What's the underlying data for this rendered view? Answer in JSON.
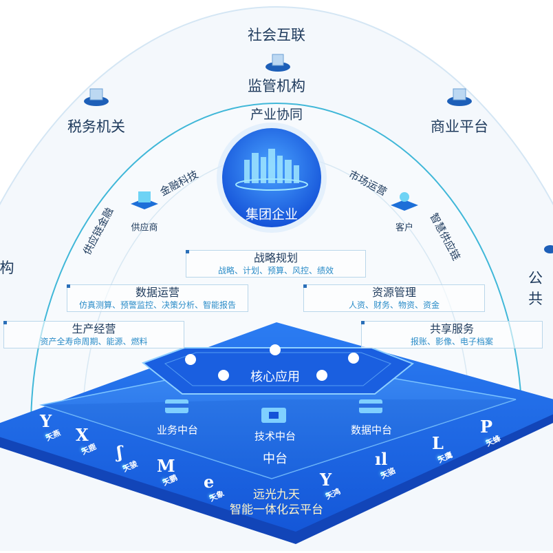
{
  "outer": {
    "top": "社会互联",
    "regulator": "监管机构",
    "tax": "税务机关",
    "commerce": "商业平台",
    "left_cut": "构",
    "right_cut": "公共"
  },
  "industry": {
    "title": "产业协同",
    "center": "集团企业",
    "fintech": "金融科技",
    "scf": "供应链金融",
    "market": "市场运营",
    "smart_chain": "智慧供应链",
    "supplier": "供应商",
    "customer": "客户"
  },
  "boxes": [
    {
      "title": "战略规划",
      "sub": "战略、计划、预算、风控、绩效"
    },
    {
      "title": "数据运营",
      "sub": "仿真测算、预警监控、决策分析、智能报告"
    },
    {
      "title": "资源管理",
      "sub": "人资、财务、物资、资金"
    },
    {
      "title": "生产经营",
      "sub": "资产全寿命周期、能源、燃料"
    },
    {
      "title": "共享服务",
      "sub": "报账、影像、电子档案"
    }
  ],
  "platform": {
    "core": "核心应用",
    "middle": "中台",
    "business": "业务中台",
    "tech": "技术中台",
    "data": "数据中台",
    "brand": "远光九天",
    "name": "智能一体化云平台"
  },
  "modules": [
    {
      "glyph": "Y",
      "name": "天燕"
    },
    {
      "glyph": "X",
      "name": "天鹿"
    },
    {
      "glyph": "ʃ",
      "name": "天骏"
    },
    {
      "glyph": "M",
      "name": "天鹏"
    },
    {
      "glyph": "e",
      "name": "天象"
    },
    {
      "glyph": "Y",
      "name": "天鸿"
    },
    {
      "glyph": "ıl",
      "name": "天骆"
    },
    {
      "glyph": "L",
      "name": "天鹰"
    },
    {
      "glyph": "P",
      "name": "天蜂"
    }
  ],
  "colors": {
    "primary": "#1a6fe0",
    "dark": "#1e3a5c",
    "accent": "#2a8cc8"
  }
}
